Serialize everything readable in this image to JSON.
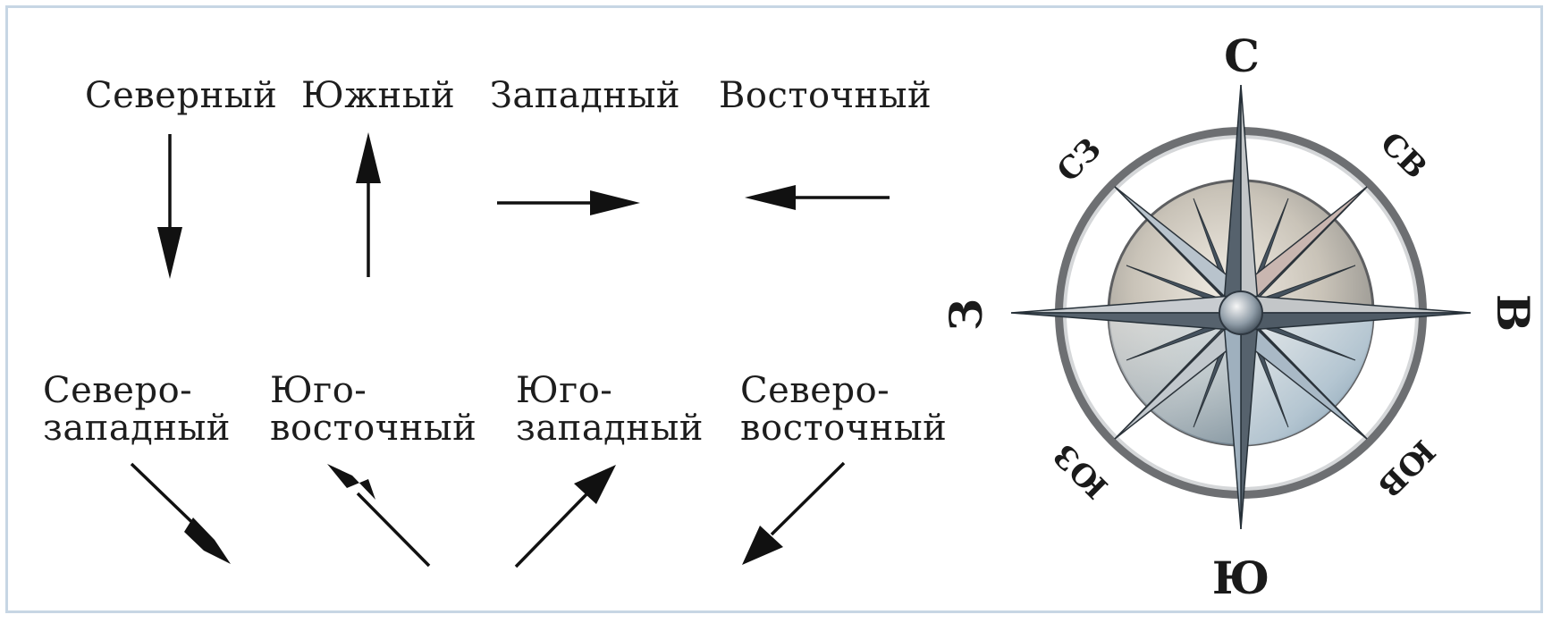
{
  "winds": {
    "north": "Северный",
    "south": "Южный",
    "west": "Западный",
    "east": "Восточный",
    "northwest": [
      "Северо-",
      "западный"
    ],
    "southeast": [
      "Юго-",
      "восточный"
    ],
    "southwest": [
      "Юго-",
      "западный"
    ],
    "northeast": [
      "Северо-",
      "восточный"
    ]
  },
  "compass": {
    "n": "С",
    "s": "Ю",
    "w": "З",
    "e": "В",
    "nw": "СЗ",
    "ne": "СВ",
    "sw": "ЮЗ",
    "se": "ЮВ"
  }
}
